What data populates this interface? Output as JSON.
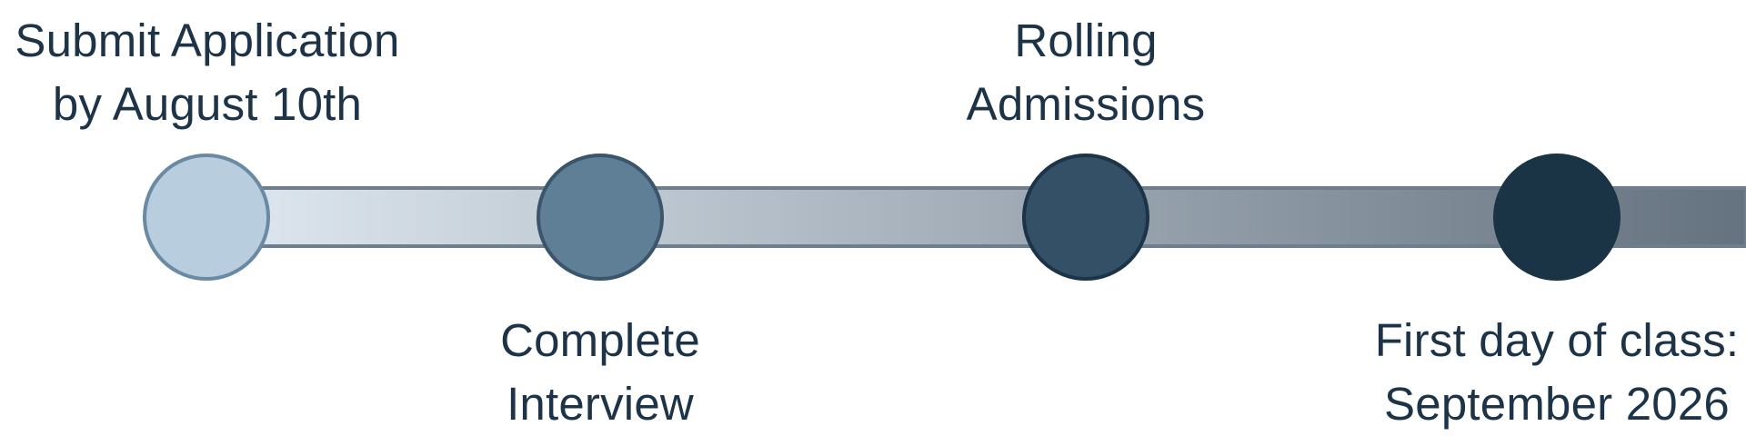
{
  "steps": [
    {
      "line1": "Submit Application",
      "line2": "by August 10th",
      "color": "#b8cddd",
      "stroke": "#6a8aa4"
    },
    {
      "line1": "Complete",
      "line2": "Interview",
      "color": "#5f7f97",
      "stroke": "#3b556b"
    },
    {
      "line1": "Rolling",
      "line2": "Admissions",
      "color": "#335066",
      "stroke": "#1d3346"
    },
    {
      "line1": "First day of class:",
      "line2": "September 2026",
      "color": "#1a3345",
      "stroke": "#1a3345"
    }
  ],
  "colors": {
    "text": "#1d3448",
    "bar_start": "#dde6ee",
    "bar_end": "#65727f",
    "bar_edge": "#6d7f8f"
  }
}
